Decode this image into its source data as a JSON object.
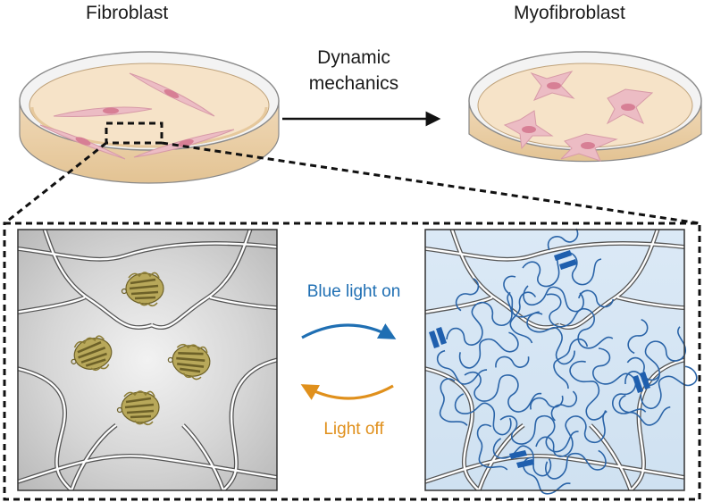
{
  "labels": {
    "fibroblast": "Fibroblast",
    "myofibroblast": "Myofibroblast",
    "dynamic_line1": "Dynamic",
    "dynamic_line2": "mechanics",
    "blue_light_on": "Blue light on",
    "light_off": "Light off"
  },
  "colors": {
    "dish_rim": "#f4f4f4",
    "medium": "#f7e3c7",
    "cell": "#ecbcc4",
    "nucleus": "#d77f95",
    "gray_panel": "#cfcfcf",
    "blue_panel": "#d9e8f5",
    "protein_folded": "#9d8c3c",
    "protein_unfolded": "#2a64a8",
    "arrow_blue": "#1f6fb3",
    "arrow_orange": "#e0901c"
  }
}
